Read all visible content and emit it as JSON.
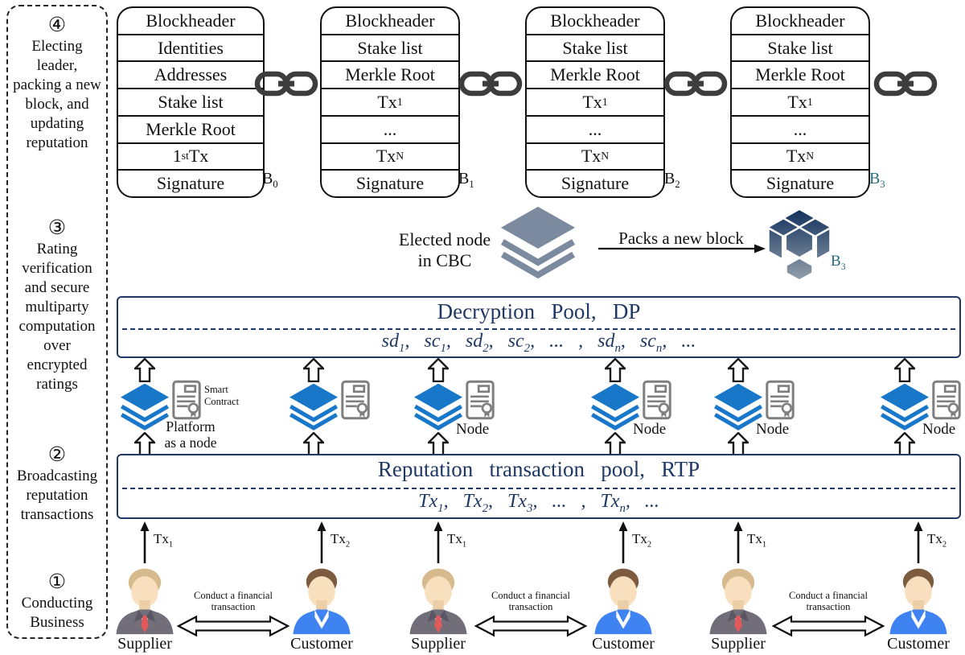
{
  "palette": {
    "navy": "#1f3864",
    "layer_blue": "#1877c8",
    "layer_slate": "#7c8aa0",
    "cert_gray": "#7f7f7f",
    "chain_gray": "#3d3d3d",
    "b3_teal": "#266a80",
    "suit_gray": "#716d79",
    "jacket_blue": "#3f83f2",
    "tie_red": "#e2595c",
    "skin": "#f8dfbe",
    "hair_blonde": "#d6b98c",
    "hair_brown": "#7d5b3e"
  },
  "sidebar": {
    "sections": [
      {
        "num": "④",
        "text": "Electing\nleader,\npacking a new\nblock, and\nupdating\nreputation"
      },
      {
        "num": "③",
        "text": "Rating\nverification\nand secure\nmultiparty\ncomputation\nover\nencrypted\nratings"
      },
      {
        "num": "②",
        "text": "Broadcasting\nreputation\ntransactions"
      },
      {
        "num": "①",
        "text": "Conducting\nBusiness"
      }
    ]
  },
  "blockchain": {
    "blocks": [
      {
        "label": [
          {
            "t": "B",
            "sub": "0"
          }
        ],
        "rows": [
          [
            {
              "t": "Blockheader"
            }
          ],
          [
            {
              "t": "Identities"
            }
          ],
          [
            {
              "t": "Addresses"
            }
          ],
          [
            {
              "t": "Stake list"
            }
          ],
          [
            {
              "t": "Merkle Root"
            }
          ],
          [
            {
              "t": "1",
              "sup": "st"
            },
            {
              "t": " Tx"
            }
          ],
          [
            {
              "t": "Signature"
            }
          ]
        ]
      },
      {
        "label": [
          {
            "t": "B",
            "sub": "1"
          }
        ],
        "rows": [
          [
            {
              "t": "Blockheader"
            }
          ],
          [
            {
              "t": "Stake list"
            }
          ],
          [
            {
              "t": "Merkle Root"
            }
          ],
          [
            {
              "t": "Tx",
              "sub": "1"
            }
          ],
          [
            {
              "t": "..."
            }
          ],
          [
            {
              "t": "Tx",
              "sub": "N"
            }
          ],
          [
            {
              "t": "Signature"
            }
          ]
        ]
      },
      {
        "label": [
          {
            "t": "B",
            "sub": "2"
          }
        ],
        "rows": [
          [
            {
              "t": "Blockheader"
            }
          ],
          [
            {
              "t": "Stake list"
            }
          ],
          [
            {
              "t": "Merkle Root"
            }
          ],
          [
            {
              "t": "Tx",
              "sub": "1"
            }
          ],
          [
            {
              "t": "..."
            }
          ],
          [
            {
              "t": "Tx",
              "sub": "N"
            }
          ],
          [
            {
              "t": "Signature"
            }
          ]
        ]
      },
      {
        "label": [
          {
            "t": "B",
            "sub": "3"
          }
        ],
        "rows": [
          [
            {
              "t": "Blockheader"
            }
          ],
          [
            {
              "t": "Stake list"
            }
          ],
          [
            {
              "t": "Merkle Root"
            }
          ],
          [
            {
              "t": "Tx",
              "sub": "1"
            }
          ],
          [
            {
              "t": "..."
            }
          ],
          [
            {
              "t": "Tx",
              "sub": "N"
            }
          ],
          [
            {
              "t": "Signature"
            }
          ]
        ]
      }
    ]
  },
  "elect": {
    "node_caption": "Elected node\nin CBC",
    "arrow_label": "Packs a new block",
    "cube_label": [
      {
        "t": "B",
        "sub": "3"
      }
    ]
  },
  "dp": {
    "title": "Decryption   Pool,   DP",
    "content": [
      {
        "t": "sd",
        "sub": "1"
      },
      {
        "t": ",   "
      },
      {
        "t": "sc",
        "sub": "1"
      },
      {
        "t": ",   "
      },
      {
        "t": "sd",
        "sub": "2"
      },
      {
        "t": ",   "
      },
      {
        "t": "sc",
        "sub": "2"
      },
      {
        "t": ",   ...   ,   "
      },
      {
        "t": "sd",
        "sub": "n"
      },
      {
        "t": ",   "
      },
      {
        "t": "sc",
        "sub": "n"
      },
      {
        "t": ",   ..."
      }
    ]
  },
  "rtp": {
    "title": "Reputation   transaction   pool,   RTP",
    "content": [
      {
        "t": "Tx",
        "sub": "1"
      },
      {
        "t": ",   "
      },
      {
        "t": "Tx",
        "sub": "2"
      },
      {
        "t": ",   "
      },
      {
        "t": "Tx",
        "sub": "3"
      },
      {
        "t": ",   ...   ,   "
      },
      {
        "t": "Tx",
        "sub": "n"
      },
      {
        "t": ",   ..."
      }
    ]
  },
  "nodes": [
    {
      "caption": "Platform\nas a node",
      "contract_label": "Smart\nContract"
    },
    {
      "caption": ""
    },
    {
      "caption": "Node"
    },
    {
      "caption": "Node"
    },
    {
      "caption": "Node"
    },
    {
      "caption": "Node"
    }
  ],
  "pairs": [
    {
      "supplier_label": "Supplier",
      "customer_label": "Customer",
      "supplier_tx": [
        {
          "t": "Tx",
          "sub": "1"
        }
      ],
      "customer_tx": [
        {
          "t": "Tx",
          "sub": "2"
        }
      ],
      "arrow_label": "Conduct a financial\ntransaction"
    },
    {
      "supplier_label": "Supplier",
      "customer_label": "Customer",
      "supplier_tx": [
        {
          "t": "Tx",
          "sub": "1"
        }
      ],
      "customer_tx": [
        {
          "t": "Tx",
          "sub": "2"
        }
      ],
      "arrow_label": "Conduct a financial\ntransaction"
    },
    {
      "supplier_label": "Supplier",
      "customer_label": "Customer",
      "supplier_tx": [
        {
          "t": "Tx",
          "sub": "1"
        }
      ],
      "customer_tx": [
        {
          "t": "Tx",
          "sub": "2"
        }
      ],
      "arrow_label": "Conduct a financial\ntransaction"
    }
  ]
}
